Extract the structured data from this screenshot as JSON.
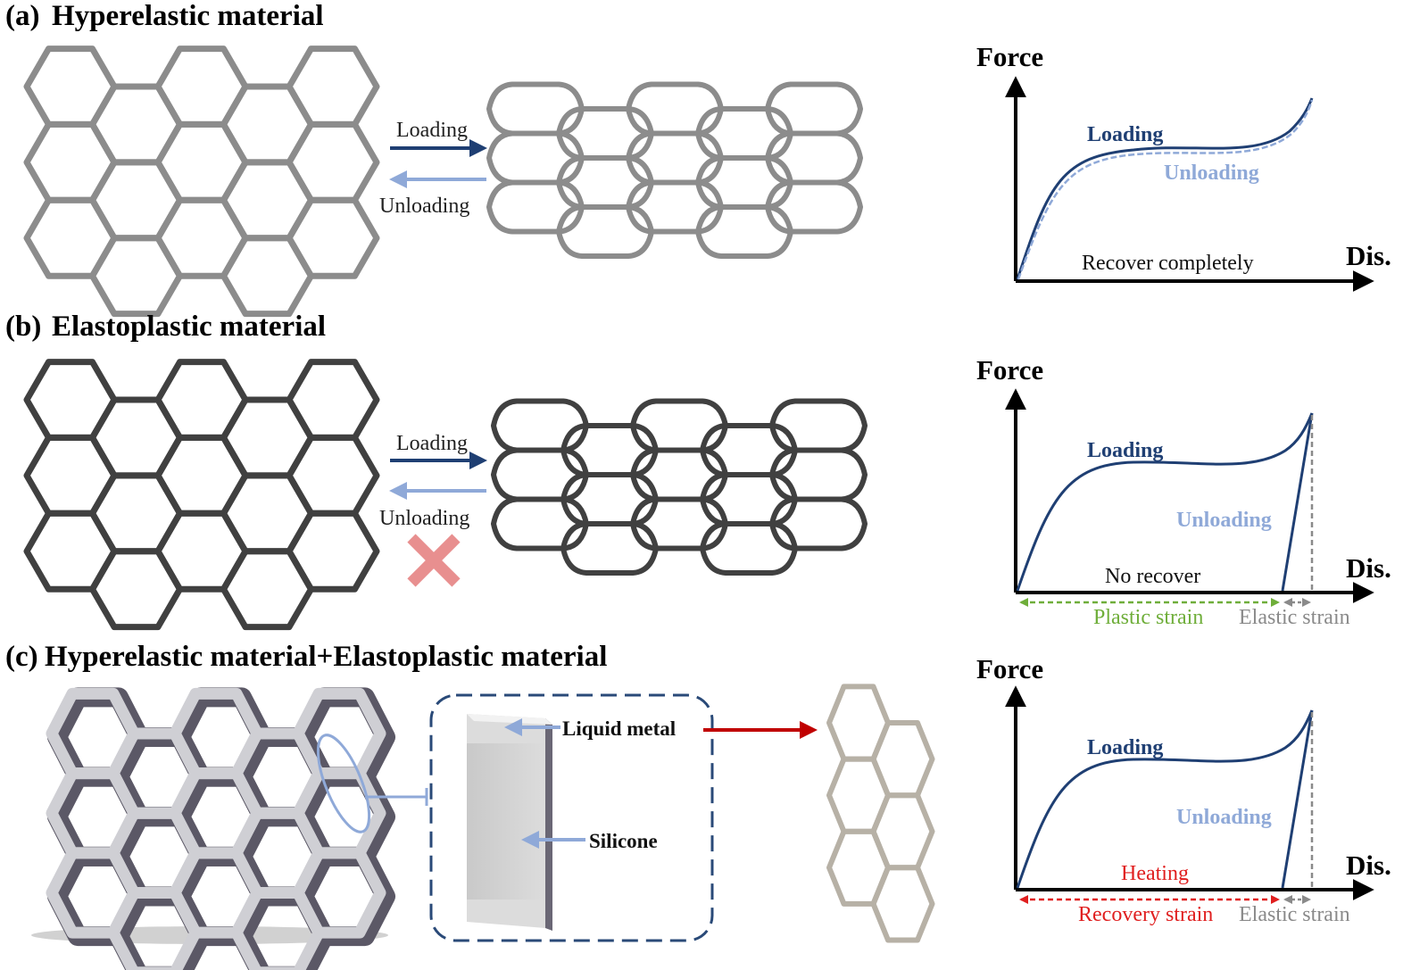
{
  "panels": {
    "a": {
      "label": "(a)",
      "title": "Hyperelastic material"
    },
    "b": {
      "label": "(b)",
      "title": "Elastoplastic material"
    },
    "c": {
      "label": "(c)",
      "title": "Hyperelastic material+Elastoplastic material"
    }
  },
  "arrows": {
    "loading": "Loading",
    "unloading": "Unloading"
  },
  "axes": {
    "y": "Force",
    "x": "Dis."
  },
  "curves": {
    "loading": "Loading",
    "unloading": "Unloading",
    "recover_completely": "Recover completely",
    "no_recover": "No recover",
    "heating": "Heating",
    "plastic_strain": "Plastic strain",
    "elastic_strain": "Elastic strain",
    "recovery_strain": "Recovery strain"
  },
  "callouts": {
    "liquid_metal": "Liquid metal",
    "silicone": "Silicone"
  },
  "colors": {
    "loading": "#1f3f73",
    "unloading": "#8fa9d8",
    "hyperelastic_lattice": "#8c8c8c",
    "elastoplastic_lattice": "#404040",
    "plastic_strain": "#6fae3a",
    "elastic_strain": "#8a8a8a",
    "heating": "#e01f1f",
    "cross": "#e88f8f",
    "callout_arrow": "#c00000"
  },
  "icons": {
    "no_recovery": "cross-icon"
  }
}
